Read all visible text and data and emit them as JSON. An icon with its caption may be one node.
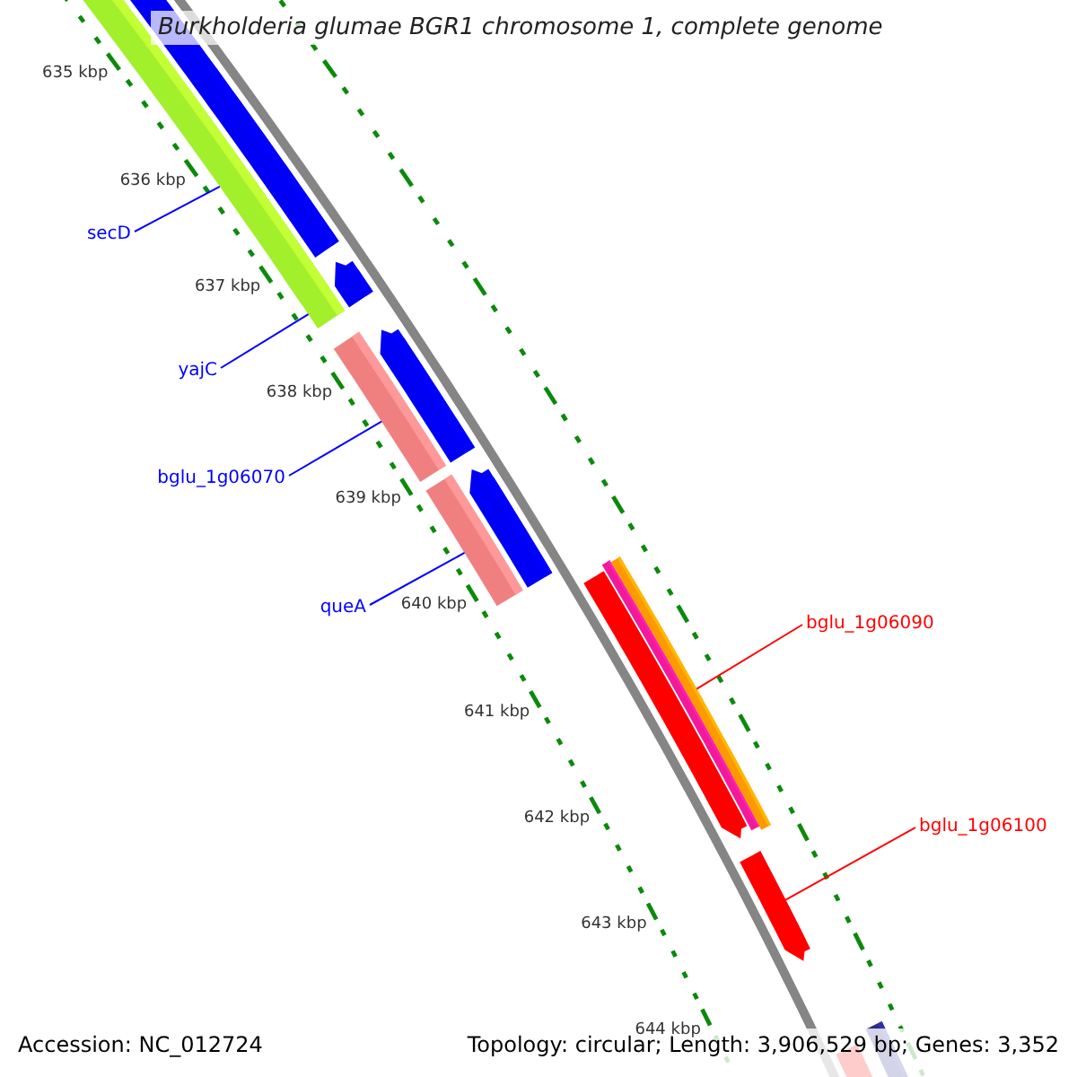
{
  "diagram": {
    "title": "Burkholderia glumae BGR1 chromosome 1, complete genome",
    "nodes": [
      {
        "text": [
          "secD"
        ]
      },
      {
        "text": [],
        "shape": "bar"
      },
      {
        "text": [
          "yajC"
        ]
      },
      {
        "text": [],
        "shape": "bar"
      },
      {
        "text": [
          "bglu_1g06070"
        ]
      },
      {
        "text": [],
        "shape": "bar"
      },
      {
        "text": [
          "queA"
        ]
      },
      {
        "text": [],
        "shape": "bar"
      },
      {
        "text": [
          "bglu_1g06090"
        ]
      },
      {
        "text": [],
        "shape": "bar"
      },
      {
        "text": [
          "bglu_1g06100"
        ]
      },
      {
        "text": [],
        "shape": "bar"
      }
    ],
    "edges": [
      {
        "from": 0,
        "to": 1,
        "arrow": "none"
      },
      {
        "from": 2,
        "to": 3,
        "arrow": "none"
      },
      {
        "from": 4,
        "to": 5,
        "arrow": "none"
      },
      {
        "from": 6,
        "to": 7,
        "arrow": "none"
      },
      {
        "from": 8,
        "to": 9,
        "arrow": "none",
        "color": "#ff0000"
      },
      {
        "from": 10,
        "to": 11,
        "arrow": "none",
        "color": "#ff0000"
      }
    ],
    "labels": [
      "635 kbp",
      "636 kbp",
      "637 kbp",
      "638 kbp",
      "639 kbp",
      "640 kbp",
      "641 kbp",
      "642 kbp",
      "643 kbp",
      "644 kbp",
      "Accession: NC_012724",
      "Topology: circular; Length: 3,906,529 bp; Genes: 3,352"
    ]
  }
}
